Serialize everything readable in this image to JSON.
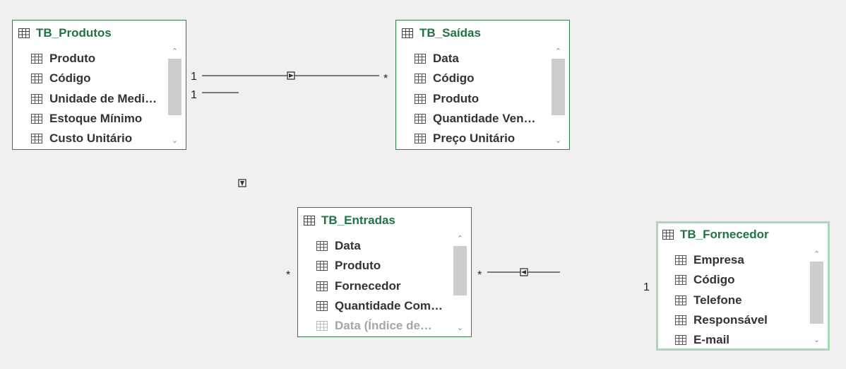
{
  "tables": {
    "produtos": {
      "title": "TB_Produtos",
      "fields": [
        "Produto",
        "Código",
        "Unidade de Medi…",
        "Estoque Mínimo",
        "Custo Unitário"
      ]
    },
    "saidas": {
      "title": "TB_Saídas",
      "fields": [
        "Data",
        "Código",
        "Produto",
        "Quantidade Ven…",
        "Preço Unitário"
      ]
    },
    "entradas": {
      "title": "TB_Entradas",
      "fields": [
        "Data",
        "Produto",
        "Fornecedor",
        "Quantidade Com…",
        "Data (Índice de…"
      ]
    },
    "fornecedor": {
      "title": "TB_Fornecedor",
      "fields": [
        "Empresa",
        "Código",
        "Telefone",
        "Responsável",
        "E-mail"
      ]
    }
  },
  "relationships": {
    "produtos_saidas": {
      "from": "1",
      "to": "*"
    },
    "produtos_entradas": {
      "from": "1",
      "to": "*"
    },
    "fornecedor_entradas": {
      "from": "1",
      "to": "*"
    }
  },
  "icons": {
    "table": "table-icon",
    "field": "field-icon",
    "scroll_up": "chevron-up-icon",
    "scroll_down": "chevron-down-icon",
    "filter_direction": "filter-direction-icon"
  },
  "colors": {
    "title": "#217346",
    "border": "#2e7d4a",
    "selected_border": "#a8d8b8",
    "line": "#333333",
    "background": "#f0f0f0"
  }
}
